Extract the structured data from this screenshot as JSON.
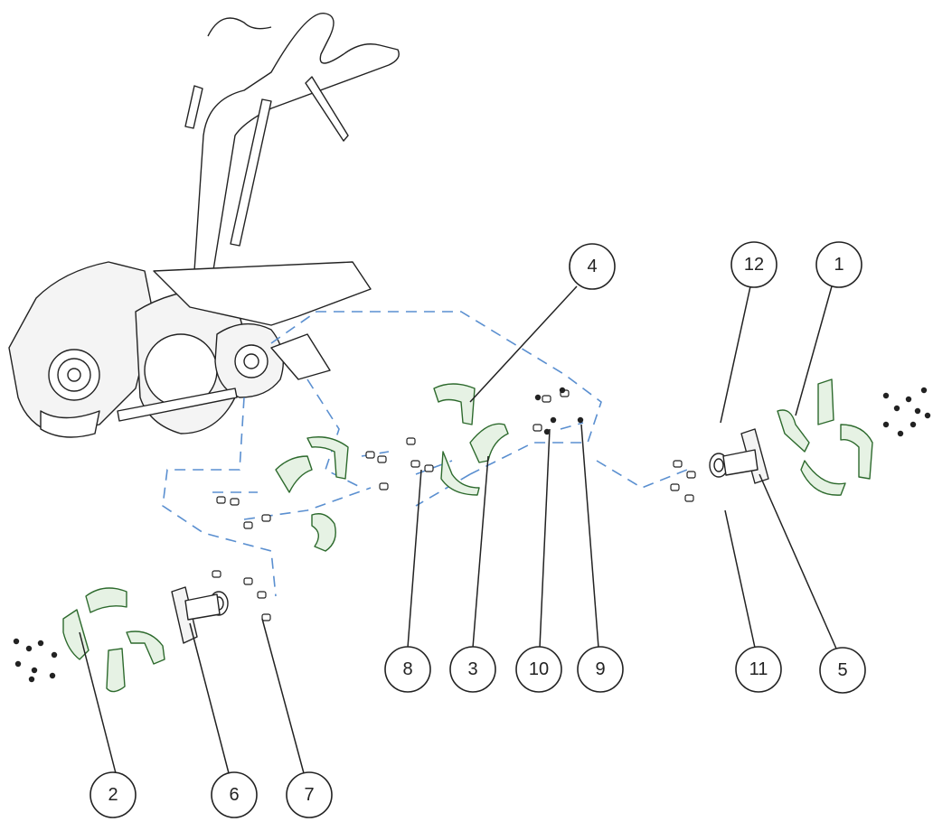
{
  "colors": {
    "line": "#222222",
    "tine_fill": "#e6f2e4",
    "tine_stroke": "#2d6a2d",
    "assembly_guide": "#5a8fd0",
    "background": "#ffffff"
  },
  "callouts": [
    {
      "label": "1"
    },
    {
      "label": "2"
    },
    {
      "label": "3"
    },
    {
      "label": "4"
    },
    {
      "label": "5"
    },
    {
      "label": "6"
    },
    {
      "label": "7"
    },
    {
      "label": "8"
    },
    {
      "label": "9"
    },
    {
      "label": "10"
    },
    {
      "label": "11"
    },
    {
      "label": "12"
    }
  ]
}
